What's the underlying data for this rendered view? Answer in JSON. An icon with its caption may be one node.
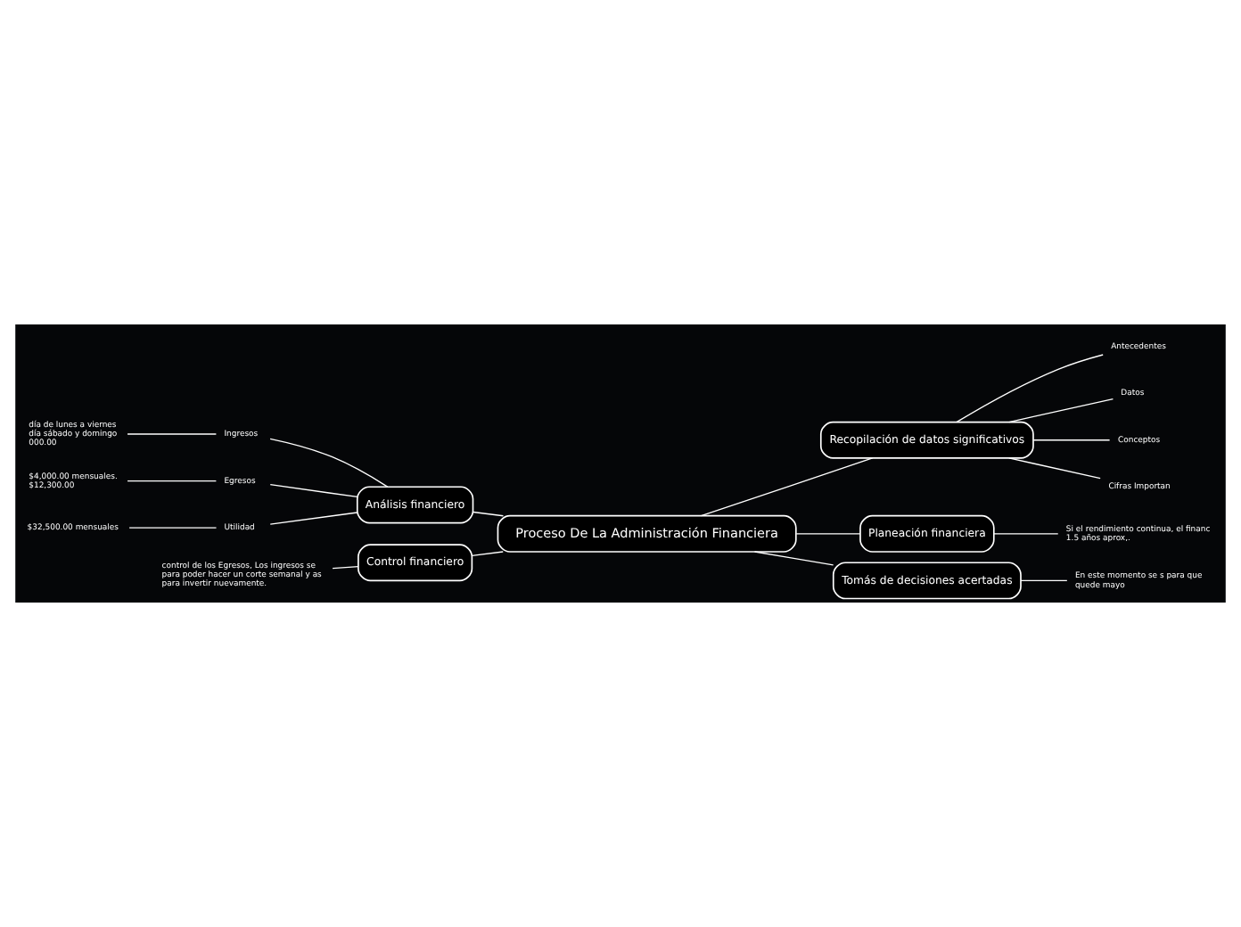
{
  "diagram": {
    "nodes": [
      {
        "text": [
          "Proceso De La Administración Financiera"
        ]
      },
      {
        "text": [
          "Análisis financiero"
        ]
      },
      {
        "text": [
          "Control financiero"
        ]
      },
      {
        "text": [
          "Recopilación de datos significativos"
        ]
      },
      {
        "text": [
          "Planeación financiera"
        ]
      },
      {
        "text": [
          "Tomás de decisiones acertadas"
        ]
      },
      {
        "text": [
          "Ingresos"
        ]
      },
      {
        "text": [
          "Egresos"
        ]
      },
      {
        "text": [
          "Utilidad"
        ]
      },
      {
        "text": [
          "día de lunes a viernes día sábado y domingo 000.00"
        ]
      },
      {
        "text": [
          "$4,000.00 mensuales. $12,300.00"
        ]
      },
      {
        "text": [
          "$32,500.00 mensuales"
        ]
      },
      {
        "text": [
          "control de los Egresos, Los ingresos se para poder hacer un corte semanal y as para invertir nuevamente."
        ]
      },
      {
        "text": [
          "Antecedentes"
        ]
      },
      {
        "text": [
          "Datos"
        ]
      },
      {
        "text": [
          "Conceptos"
        ]
      },
      {
        "text": [
          "Cifras Importan"
        ]
      },
      {
        "text": [
          "Si el rendimiento continua, el financ 1.5 años aprox,."
        ]
      },
      {
        "text": [
          "En este momento se s para que quede mayo"
        ]
      }
    ],
    "edges": [
      {
        "from": 0,
        "to": 1,
        "arrow": "none"
      },
      {
        "from": 0,
        "to": 2,
        "arrow": "none"
      },
      {
        "from": 0,
        "to": 3,
        "arrow": "none"
      },
      {
        "from": 0,
        "to": 4,
        "arrow": "none"
      },
      {
        "from": 0,
        "to": 5,
        "arrow": "none"
      },
      {
        "from": 1,
        "to": 6,
        "arrow": "none"
      },
      {
        "from": 1,
        "to": 7,
        "arrow": "none"
      },
      {
        "from": 1,
        "to": 8,
        "arrow": "none"
      },
      {
        "from": 6,
        "to": 9,
        "arrow": "none"
      },
      {
        "from": 7,
        "to": 10,
        "arrow": "none"
      },
      {
        "from": 8,
        "to": 11,
        "arrow": "none"
      },
      {
        "from": 2,
        "to": 12,
        "arrow": "none"
      },
      {
        "from": 3,
        "to": 13,
        "arrow": "none"
      },
      {
        "from": 3,
        "to": 14,
        "arrow": "none"
      },
      {
        "from": 3,
        "to": 15,
        "arrow": "none"
      },
      {
        "from": 3,
        "to": 16,
        "arrow": "none"
      },
      {
        "from": 4,
        "to": 17,
        "arrow": "none"
      },
      {
        "from": 5,
        "to": 18,
        "arrow": "none"
      }
    ]
  }
}
